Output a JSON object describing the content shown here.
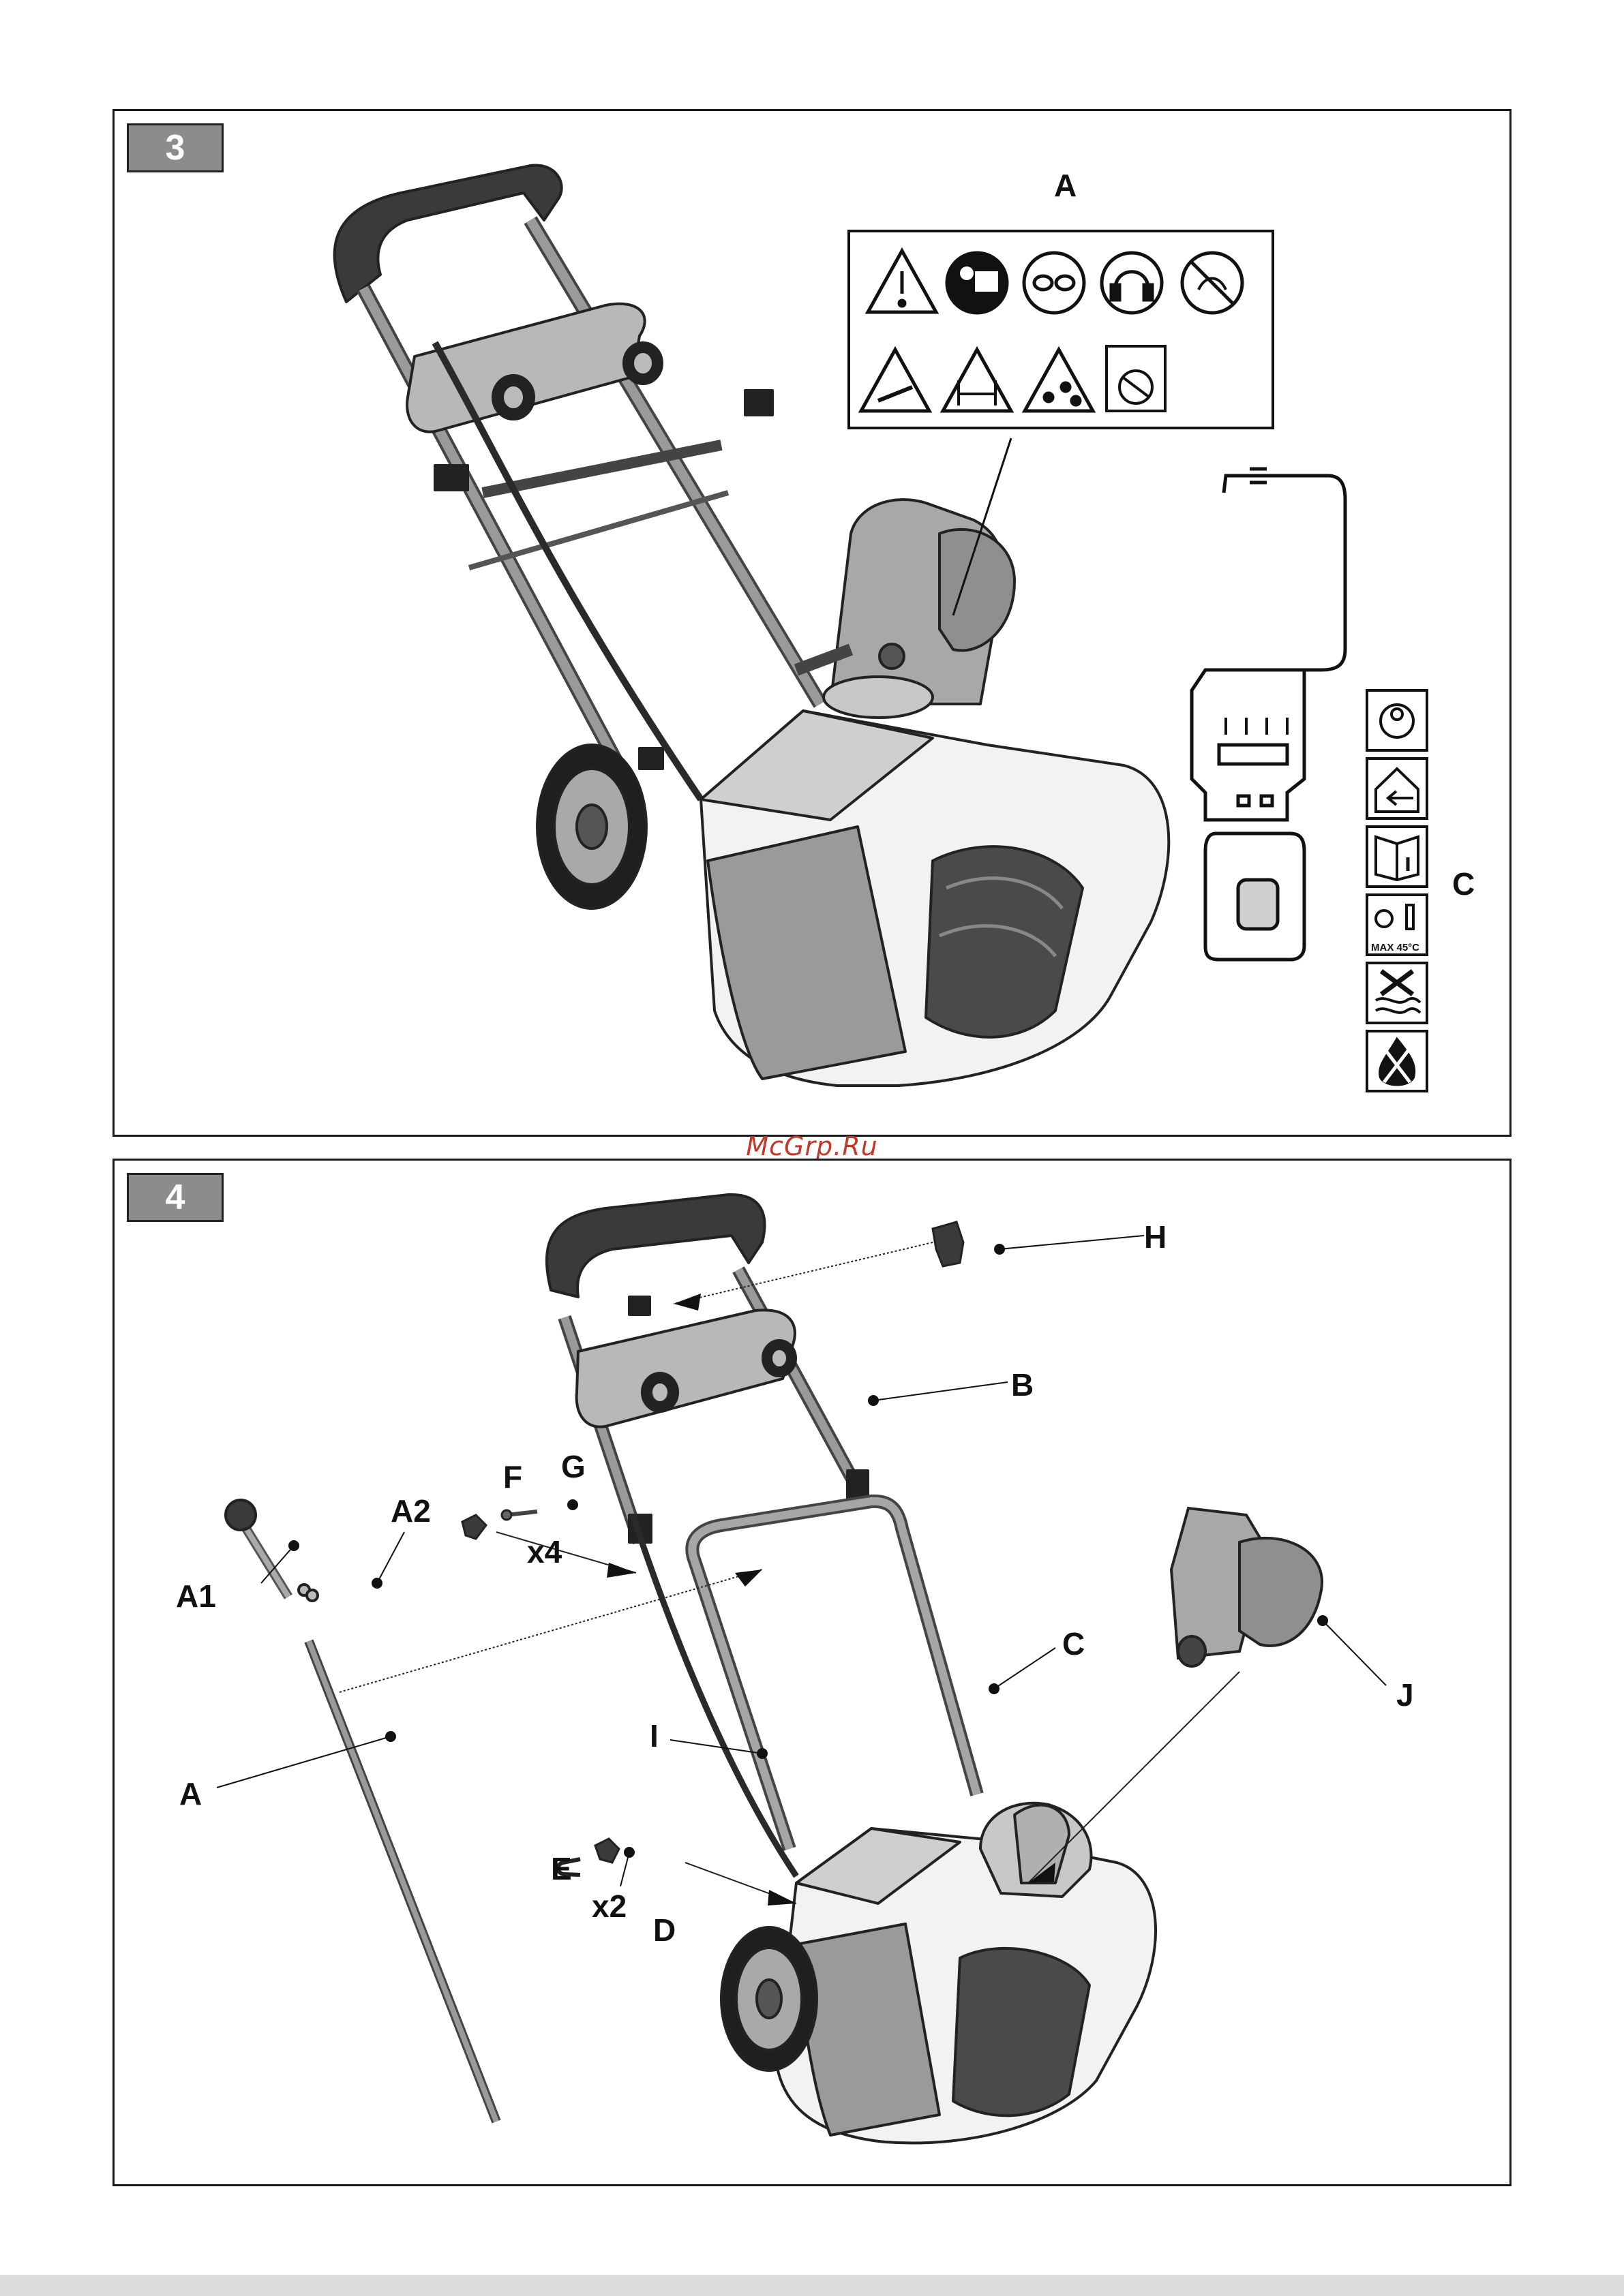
{
  "watermark": "McGrp.Ru",
  "panel3": {
    "number": "3",
    "labels": {
      "a": "A",
      "c": "C"
    },
    "battery_temp": "MAX 45°C"
  },
  "panel4": {
    "number": "4",
    "labels": {
      "a": "A",
      "a1": "A1",
      "a2": "A2",
      "b": "B",
      "c": "C",
      "d": "D",
      "e": "E",
      "f": "F",
      "g": "G",
      "h": "H",
      "i": "I",
      "j": "J",
      "x4": "x4",
      "x2": "x2"
    }
  },
  "colors": {
    "frame": "#1a1a1a",
    "badge": "#8c8c8c",
    "watermark": "#c0392b",
    "part_fill": "#a6a6a6",
    "part_dark": "#3a3a3a"
  }
}
